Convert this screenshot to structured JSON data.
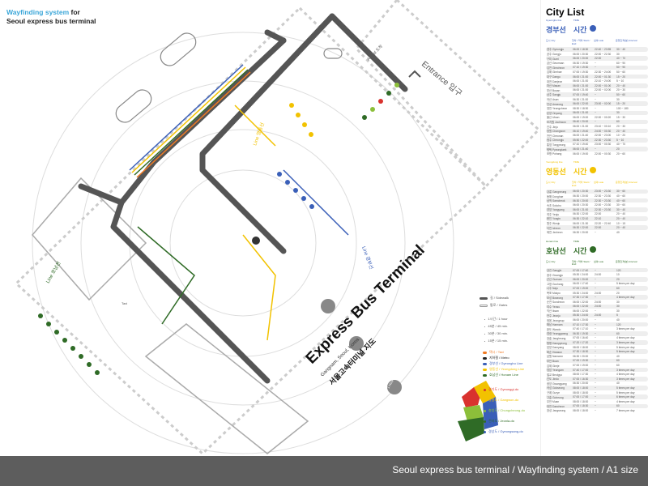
{
  "title": {
    "highlight": "Wayfinding system",
    "for": " for",
    "line2": "Seoul express bus terminal"
  },
  "map": {
    "entrance": "Entrance 입구",
    "arrival": "Arrival 도착",
    "main_title": "Express Bus Terminal",
    "subtitle": "Gangnam, Seoul, Korea",
    "korean_title": "서울고속터미널 지도",
    "line_gyeongbu": "Line 경부선",
    "line_yeongdong": "Line 영동선",
    "line_honam": "Line 호남선",
    "taxi": "Taxi",
    "hour_marker": "1 Hour"
  },
  "legend": {
    "paths": [
      "길 / Sidewalk",
      "통로 / Gates"
    ],
    "times": [
      "1시간 / 1 hour",
      "45분 / 45 min.",
      "30분 / 30 min.",
      "15분 / 15 min."
    ],
    "lines": [
      {
        "label": "택시 / Taxi",
        "color": "#f07a23"
      },
      {
        "label": "지하철 / Metro",
        "color": "#222222"
      },
      {
        "label": "경부선 / Gyeongbu Line",
        "color": "#3a5fb8"
      },
      {
        "label": "영동선 / Yeongdong Line",
        "color": "#f2c200"
      },
      {
        "label": "호남선 / Honam Line",
        "color": "#2f6b26"
      }
    ],
    "regions": [
      {
        "label": "경기도 / Gyeonggi-do",
        "color": "#d9322e"
      },
      {
        "label": "강원도 / Gangwon-do",
        "color": "#f2c200"
      },
      {
        "label": "충청도 / Chungcheong-do",
        "color": "#8cbf3a"
      },
      {
        "label": "전라도 / Jeonla-do",
        "color": "#2f6b26"
      },
      {
        "label": "경상도 / Gyeongsang-do",
        "color": "#3a5fb8"
      }
    ]
  },
  "city_list": {
    "title": "City List",
    "columns": [
      "도시 City",
      "첫차 / 막차 Start / End",
      "심야 Late",
      "운행간격(분) Interval"
    ],
    "sections": [
      {
        "line_en": "Gyeongbu line",
        "time_en": "TIME",
        "line_kr": "경부선",
        "time_kr": "시간",
        "color": "#3a5fb8",
        "rows": [
          [
            "경주 Gyeongju",
            "06:00 / 18:30",
            "22:40 ~ 23:55",
            "30 ~ 40"
          ],
          [
            "공주 Gongju",
            "06:00 / 20:30",
            "22:00 ~ 22:30",
            "30"
          ],
          [
            "구미 Gumi",
            "06:00 / 20:00",
            "22:00",
            "40 ~ 70"
          ],
          [
            "금산 Geumsan",
            "06:30 / 19:30",
            "~",
            "60 ~ 90"
          ],
          [
            "김천 Gimcheon",
            "07:10 / 19:30",
            "~",
            "50 ~ 90"
          ],
          [
            "김해 Gimhae",
            "07:00 / 19:30",
            "22:30 ~ 24:00",
            "50 ~ 60"
          ],
          [
            "대구 Daegu",
            "06:00 / 21:00",
            "22:00 ~ 01:30",
            "15 ~ 20"
          ],
          [
            "대전 Daejeon",
            "06:00 / 21:00",
            "22:10 ~ 24:00",
            "5 ~ 10"
          ],
          [
            "마산 Masan",
            "06:00 / 21:00",
            "22:00 ~ 01:00",
            "20 ~ 40"
          ],
          [
            "부산 Busan",
            "06:00 / 21:00",
            "22:00 ~ 02:00",
            "20 ~ 30"
          ],
          [
            "상주 Sangju",
            "07:00 / 19:40",
            "~",
            "50 ~ 60"
          ],
          [
            "아산 Asan",
            "06:30 / 21:00",
            "~",
            "30"
          ],
          [
            "안성 Anseong",
            "06:00 / 22:00",
            "23:00 ~ 02:00",
            "15 ~ 20"
          ],
          [
            "영천 Yeongcheon",
            "08:30 / 18:30",
            "~",
            "100 ~ 180"
          ],
          [
            "온양 Onyang",
            "06:00 / 21:00",
            "~",
            "30"
          ],
          [
            "울산 Ulsan",
            "06:00 / 19:00",
            "22:00 ~ 00:20",
            "15 ~ 30"
          ],
          [
            "조치원 Jochiwon",
            "06:40 / 20:00",
            "~",
            "60"
          ],
          [
            "진주 Jinju",
            "06:00 / 21:00",
            "23:10 ~ 00:10",
            "20 ~ 30"
          ],
          [
            "창원 Changwon",
            "06:10 / 19:40",
            "24:00 ~ 00:30",
            "20 ~ 40"
          ],
          [
            "천안 Cheonan",
            "06:00 / 21:40",
            "22:00 ~ 23:00",
            "10 ~ 20"
          ],
          [
            "청주 Cheongju",
            "05:50 / 22:00",
            "22:30 ~ 23:30",
            "5 ~ 10"
          ],
          [
            "통영 Tongyeong",
            "07:10 / 19:40",
            "23:00 ~ 00:30",
            "40 ~ 70"
          ],
          [
            "평택 Pyeongtaek",
            "06:00 / 21:40",
            "~",
            "20"
          ],
          [
            "포항 Pohang",
            "06:00 / 19:00",
            "22:00 ~ 00:30",
            "20 ~ 60"
          ]
        ]
      },
      {
        "line_en": "Yeongdong line",
        "time_en": "TIME",
        "line_kr": "영동선",
        "time_kr": "시간",
        "color": "#f2c200",
        "rows": [
          [
            "강릉 Gangneung",
            "06:00 / 20:30",
            "23:00 ~ 23:30",
            "30 ~ 60"
          ],
          [
            "동해 Donghae",
            "06:30 / 20:00",
            "22:30 ~ 23:30",
            "40 ~ 60"
          ],
          [
            "삼척 Samcheok",
            "06:30 / 20:00",
            "22:30 ~ 23:30",
            "40 ~ 60"
          ],
          [
            "속초 Sokcho",
            "06:00 / 20:30",
            "22:00 ~ 23:30",
            "30 ~ 60"
          ],
          [
            "양양 Yangyang",
            "06:00 / 21:00",
            "22:30 ~ 23:30",
            "30 ~ 40"
          ],
          [
            "여주 Yeoju",
            "06:30 / 22:00",
            "22:00",
            "20 ~ 40"
          ],
          [
            "용인 Yongin",
            "06:30 / 22:10",
            "22:10",
            "20 ~ 40"
          ],
          [
            "원주 Wonju",
            "06:00 / 21:30",
            "22:20 ~ 22:40",
            "10 ~ 15"
          ],
          [
            "이천 Icheon",
            "06:30 / 22:00",
            "22:00",
            "20 ~ 40"
          ],
          [
            "제천 Jecheon",
            "06:30 / 20:00",
            "~",
            "40"
          ]
        ]
      },
      {
        "line_en": "Honam line",
        "time_en": "TIME",
        "line_kr": "호남선",
        "time_kr": "시간",
        "color": "#2f6b26",
        "rows": [
          [
            "강진 Gangjin",
            "07:00 / 17:40",
            "~",
            "120"
          ],
          [
            "광주 Gwangju",
            "05:30 / 24:00",
            "24:00",
            "10"
          ],
          [
            "군산 Gunsan",
            "06:00 / 20:00",
            "~",
            "20"
          ],
          [
            "고창 Gochang",
            "06:00 / 17:40",
            "~",
            "5 times per day"
          ],
          [
            "나주 Naju",
            "07:00 / 19:00",
            "~",
            "60"
          ],
          [
            "목포 Mokpo",
            "05:30 / 24:00",
            "24:00",
            "20"
          ],
          [
            "보성 Boseong",
            "07:30 / 17:30",
            "~",
            "4 times per day"
          ],
          [
            "순천 Suncheon",
            "06:00 / 22:00",
            "24:00",
            "30"
          ],
          [
            "여수 Yeosu",
            "06:00 / 22:00",
            "24:00",
            "30"
          ],
          [
            "익산 Iksan",
            "06:00 / 22:00",
            "~",
            "30"
          ],
          [
            "전주 Jeonju",
            "05:30 / 24:00",
            "24:00",
            "5"
          ],
          [
            "정읍 Jeongeup",
            "06:00 / 20:00",
            "~",
            "40"
          ],
          [
            "해남 Haenam",
            "07:10 / 17:30",
            "~",
            "120"
          ],
          [
            "완도 Wando",
            "07:40 / 17:10",
            "~",
            "3 times per day"
          ],
          [
            "영광 Yeonggwang",
            "06:30 / 19:30",
            "~",
            "60"
          ],
          [
            "장흥 Jangheung",
            "07:00 / 16:40",
            "~",
            "4 times per day"
          ],
          [
            "함평 Hampyeong",
            "07:20 / 17:20",
            "~",
            "3 times per day"
          ],
          [
            "담양 Damyang",
            "08:00 / 18:00",
            "~",
            "5 times per day"
          ],
          [
            "화순 Hwasun",
            "07:30 / 18:30",
            "~",
            "5 times per day"
          ],
          [
            "남원 Namwon",
            "06:30 / 20:00",
            "~",
            "40"
          ],
          [
            "부안 Buan",
            "07:00 / 19:30",
            "~",
            "60"
          ],
          [
            "김제 Gimje",
            "07:00 / 19:00",
            "~",
            "60"
          ],
          [
            "영암 Yeongam",
            "07:40 / 17:00",
            "~",
            "3 times per day"
          ],
          [
            "벌교 Beolgyo",
            "08:00 / 17:30",
            "~",
            "4 times per day"
          ],
          [
            "진도 Jindo",
            "07:00 / 16:30",
            "~",
            "3 times per day"
          ],
          [
            "광양 Gwangyang",
            "06:30 / 20:00",
            "~",
            "40"
          ],
          [
            "곡성 Gokseong",
            "08:00 / 18:00",
            "~",
            "5 times per day"
          ],
          [
            "구례 Gurye",
            "08:00 / 18:00",
            "~",
            "5 times per day"
          ],
          [
            "고흥 Goheung",
            "07:00 / 17:00",
            "~",
            "6 times per day"
          ],
          [
            "무안 Muan",
            "08:00 / 18:00",
            "~",
            "4 times per day"
          ],
          [
            "대천 Daecheon",
            "07:00 / 18:30",
            "~",
            "60"
          ],
          [
            "장성 Jangseong",
            "08:00 / 18:00",
            "~",
            "7 times per day"
          ]
        ]
      }
    ]
  },
  "footer": "Seoul express bus terminal / Wayfinding system / A1 size"
}
